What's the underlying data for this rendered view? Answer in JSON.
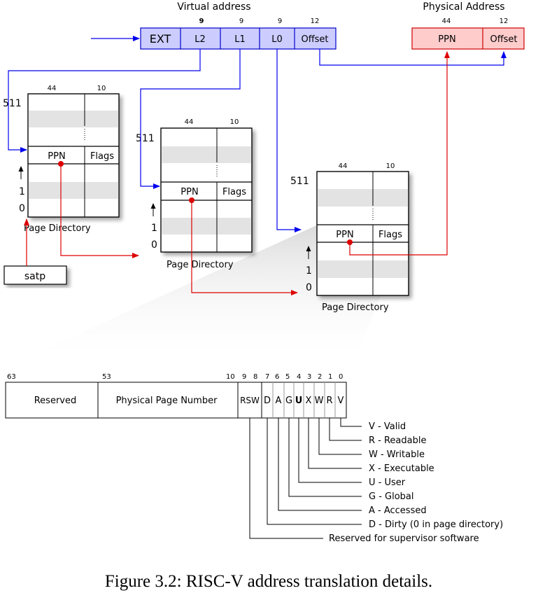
{
  "virtual_address": {
    "title": "Virtual address",
    "widths": [
      "9",
      "9",
      "9",
      "12"
    ],
    "fields": [
      "EXT",
      "L2",
      "L1",
      "L0",
      "Offset"
    ],
    "fill": "#ccccff",
    "stroke": "#0000cc"
  },
  "physical_address": {
    "title": "Physical Address",
    "widths": [
      "44",
      "12"
    ],
    "fields": [
      "PPN",
      "Offset"
    ],
    "fill": "#ffcccc",
    "stroke": "#cc0000"
  },
  "page_table": {
    "col_widths": [
      "44",
      "10"
    ],
    "row_top": "511",
    "row_1": "1",
    "row_0": "0",
    "entry_ppn": "PPN",
    "entry_flags": "Flags",
    "label": "Page Directory"
  },
  "satp_label": "satp",
  "pte": {
    "bit_positions": [
      "63",
      "53",
      "10",
      "9",
      "8",
      "7",
      "6",
      "5",
      "4",
      "3",
      "2",
      "1",
      "0"
    ],
    "reserved_label": "Reserved",
    "ppn_label": "Physical Page Number",
    "flag_cells": [
      "RSW",
      "D",
      "A",
      "G",
      "U",
      "X",
      "W",
      "R",
      "V"
    ],
    "legend": [
      "V - Valid",
      "R  - Readable",
      "W - Writable",
      "X - Executable",
      "U - User",
      "G - Global",
      "A - Accessed",
      "D - Dirty (0 in page directory)",
      "Reserved for supervisor software"
    ]
  },
  "caption": "Figure 3.2: RISC-V address translation details.",
  "colors": {
    "blue_arrow": "#0000ee",
    "red_arrow": "#dd0000",
    "stripe": "#e3e3e3"
  }
}
